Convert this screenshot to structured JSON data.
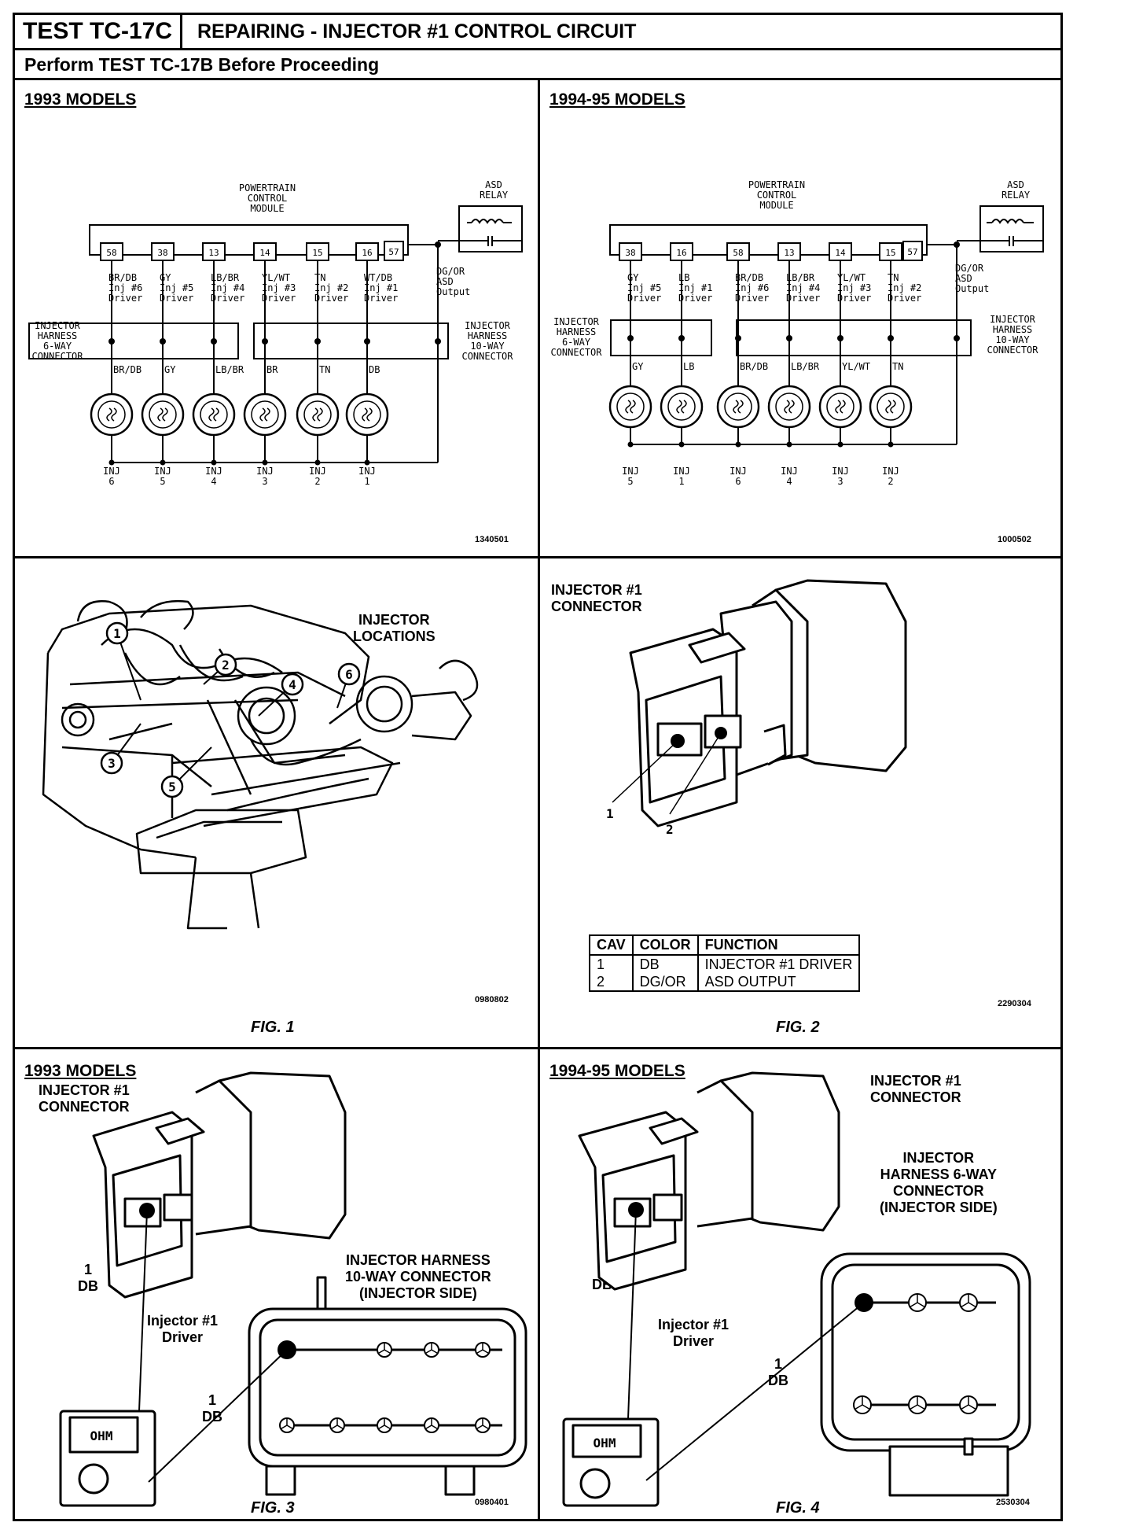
{
  "header": {
    "test_id": "TEST TC-17C",
    "title": "REPAIRING - INJECTOR #1 CONTROL CIRCUIT",
    "subtitle": "Perform TEST TC-17B Before Proceeding"
  },
  "schem_1993": {
    "heading": "1993 MODELS",
    "module": [
      "POWERTRAIN",
      "CONTROL",
      "MODULE"
    ],
    "relay": [
      "ASD",
      "RELAY"
    ],
    "pins": [
      "58",
      "38",
      "13",
      "14",
      "15",
      "16"
    ],
    "pin_asd": "57",
    "drivers": [
      {
        "color": "BR/DB",
        "label": "Inj #6",
        "drv": "Driver"
      },
      {
        "color": "GY",
        "label": "Inj #5",
        "drv": "Driver"
      },
      {
        "color": "LB/BR",
        "label": "Inj #4",
        "drv": "Driver"
      },
      {
        "color": "YL/WT",
        "label": "Inj #3",
        "drv": "Driver"
      },
      {
        "color": "TN",
        "label": "Inj #2",
        "drv": "Driver"
      },
      {
        "color": "WT/DB",
        "label": "Inj #1",
        "drv": "Driver"
      }
    ],
    "asd_output": [
      "DG/OR",
      "ASD",
      "Output"
    ],
    "conn_left": [
      "INJECTOR",
      "HARNESS",
      "6-WAY",
      "CONNECTOR"
    ],
    "conn_right": [
      "INJECTOR",
      "HARNESS",
      "10-WAY",
      "CONNECTOR"
    ],
    "wire_colors": [
      "BR/DB",
      "GY",
      "LB/BR",
      "BR",
      "TN",
      "DB"
    ],
    "inj_labels": [
      [
        "INJ",
        "6"
      ],
      [
        "INJ",
        "5"
      ],
      [
        "INJ",
        "4"
      ],
      [
        "INJ",
        "3"
      ],
      [
        "INJ",
        "2"
      ],
      [
        "INJ",
        "1"
      ]
    ],
    "code": "1340501"
  },
  "schem_1994": {
    "heading": "1994-95 MODELS",
    "module": [
      "POWERTRAIN",
      "CONTROL",
      "MODULE"
    ],
    "relay": [
      "ASD",
      "RELAY"
    ],
    "pins": [
      "38",
      "16",
      "58",
      "13",
      "14",
      "15"
    ],
    "pin_asd": "57",
    "drivers": [
      {
        "color": "GY",
        "label": "Inj #5",
        "drv": "Driver"
      },
      {
        "color": "LB",
        "label": "Inj #1",
        "drv": "Driver"
      },
      {
        "color": "BR/DB",
        "label": "Inj #6",
        "drv": "Driver"
      },
      {
        "color": "LB/BR",
        "label": "Inj #4",
        "drv": "Driver"
      },
      {
        "color": "YL/WT",
        "label": "Inj #3",
        "drv": "Driver"
      },
      {
        "color": "TN",
        "label": "Inj #2",
        "drv": "Driver"
      }
    ],
    "asd_output": [
      "DG/OR",
      "ASD",
      "Output"
    ],
    "conn_left": [
      "INJECTOR",
      "HARNESS",
      "6-WAY",
      "CONNECTOR"
    ],
    "conn_right": [
      "INJECTOR",
      "HARNESS",
      "10-WAY",
      "CONNECTOR"
    ],
    "wire_colors": [
      "GY",
      "LB",
      "BR/DB",
      "LB/BR",
      "YL/WT",
      "TN"
    ],
    "inj_labels": [
      [
        "INJ",
        "5"
      ],
      [
        "INJ",
        "1"
      ],
      [
        "INJ",
        "6"
      ],
      [
        "INJ",
        "4"
      ],
      [
        "INJ",
        "3"
      ],
      [
        "INJ",
        "2"
      ]
    ],
    "code": "1000502"
  },
  "fig1": {
    "label": "INJECTOR\nLOCATIONS",
    "callouts": [
      "1",
      "2",
      "3",
      "4",
      "5",
      "6"
    ],
    "code": "0980802",
    "caption": "FIG. 1"
  },
  "fig2": {
    "label": "INJECTOR #1\nCONNECTOR",
    "pin_callouts": [
      "1",
      "2"
    ],
    "table": {
      "headers": [
        "CAV",
        "COLOR",
        "FUNCTION"
      ],
      "rows": [
        [
          "1",
          "DB",
          "INJECTOR #1 DRIVER"
        ],
        [
          "2",
          "DG/OR",
          "ASD OUTPUT"
        ]
      ]
    },
    "code": "2290304",
    "caption": "FIG. 2"
  },
  "fig3": {
    "heading": "1993 MODELS",
    "connector": "INJECTOR #1\nCONNECTOR",
    "pin": "1\nDB",
    "harness": "INJECTOR HARNESS\n10-WAY CONNECTOR\n(INJECTOR SIDE)",
    "driver": "Injector #1\nDriver",
    "meter": "OHM",
    "pin2": "1\nDB",
    "code": "0980401",
    "caption": "FIG. 3"
  },
  "fig4": {
    "heading": "1994-95 MODELS",
    "connector": "INJECTOR #1\nCONNECTOR",
    "harness": "INJECTOR\nHARNESS 6-WAY\nCONNECTOR\n(INJECTOR SIDE)",
    "pin": "1\nDB",
    "driver": "Injector #1\nDriver",
    "meter": "OHM",
    "pin2": "1\nDB",
    "code": "2530304",
    "caption": "FIG. 4"
  }
}
